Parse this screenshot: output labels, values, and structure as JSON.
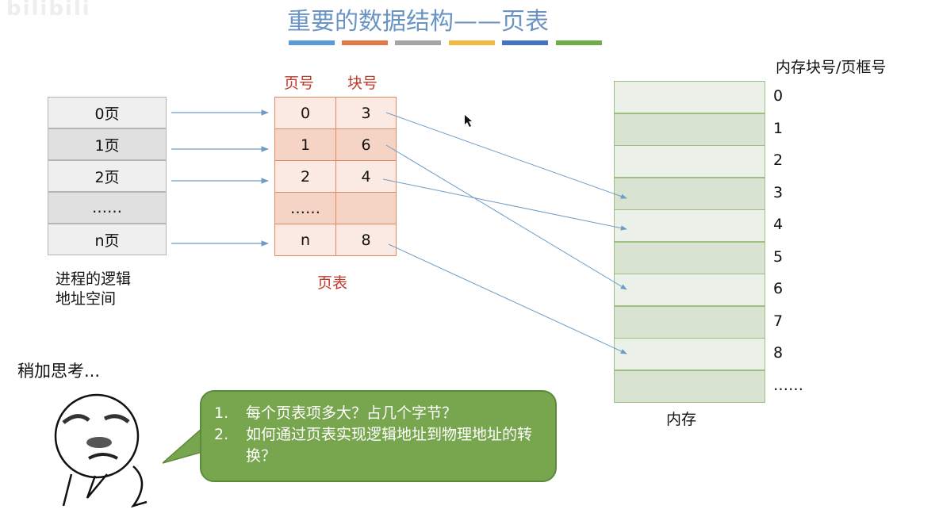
{
  "watermark": "bilibili",
  "title": "重要的数据结构——页表",
  "title_bar_colors": [
    "#5b9bd5",
    "#e07b47",
    "#a5a5a5",
    "#f4b942",
    "#4472c4",
    "#70ad47"
  ],
  "logical_space": {
    "rows": [
      "0页",
      "1页",
      "2页",
      "……",
      "n页"
    ],
    "caption_line1": "进程的逻辑",
    "caption_line2": "地址空间"
  },
  "page_table": {
    "header_page": "页号",
    "header_block": "块号",
    "rows": [
      {
        "page": "0",
        "block": "3"
      },
      {
        "page": "1",
        "block": "6"
      },
      {
        "page": "2",
        "block": "4"
      },
      {
        "page": "……",
        "block": ""
      },
      {
        "page": "n",
        "block": "8"
      }
    ],
    "caption": "页表"
  },
  "memory": {
    "header": "内存块号/页框号",
    "frames": [
      "0",
      "1",
      "2",
      "3",
      "4",
      "5",
      "6",
      "7",
      "8",
      "……"
    ],
    "caption": "内存"
  },
  "mappings": [
    {
      "from_row": 0,
      "to_frame": 3
    },
    {
      "from_row": 1,
      "to_frame": 6
    },
    {
      "from_row": 2,
      "to_frame": 4
    },
    {
      "from_row": 4,
      "to_frame": 8
    }
  ],
  "thinking": {
    "label": "稍加思考...",
    "questions": [
      {
        "num": "1.",
        "text": "每个页表项多大？占几个字节？"
      },
      {
        "num": "2.",
        "text": "如何通过页表实现逻辑地址到物理地址的转换？"
      }
    ]
  },
  "colors": {
    "title": "#6a94c4",
    "page_table_border": "#e08a5e",
    "memory_border": "#9dbf7f",
    "bubble": "#78a64f",
    "arrow": "#6d9cc7"
  }
}
